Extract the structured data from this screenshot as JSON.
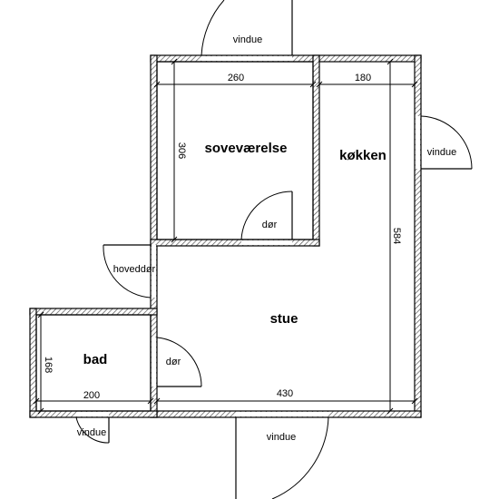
{
  "rooms": {
    "sovevaerelse": "soveværelse",
    "kokken": "køkken",
    "stue": "stue",
    "bad": "bad"
  },
  "doors": {
    "hoveddor": "hoveddør",
    "bedroom_door": "dør",
    "bath_door": "dør"
  },
  "windows": {
    "top": "vindue",
    "right": "vindue",
    "bottom": "vindue",
    "bath": "vindue"
  },
  "dimensions": {
    "bedroom_width": "260",
    "kitchen_width": "180",
    "bedroom_height": "306",
    "right_height": "584",
    "bath_height": "168",
    "bath_width": "200",
    "main_width": "430"
  }
}
